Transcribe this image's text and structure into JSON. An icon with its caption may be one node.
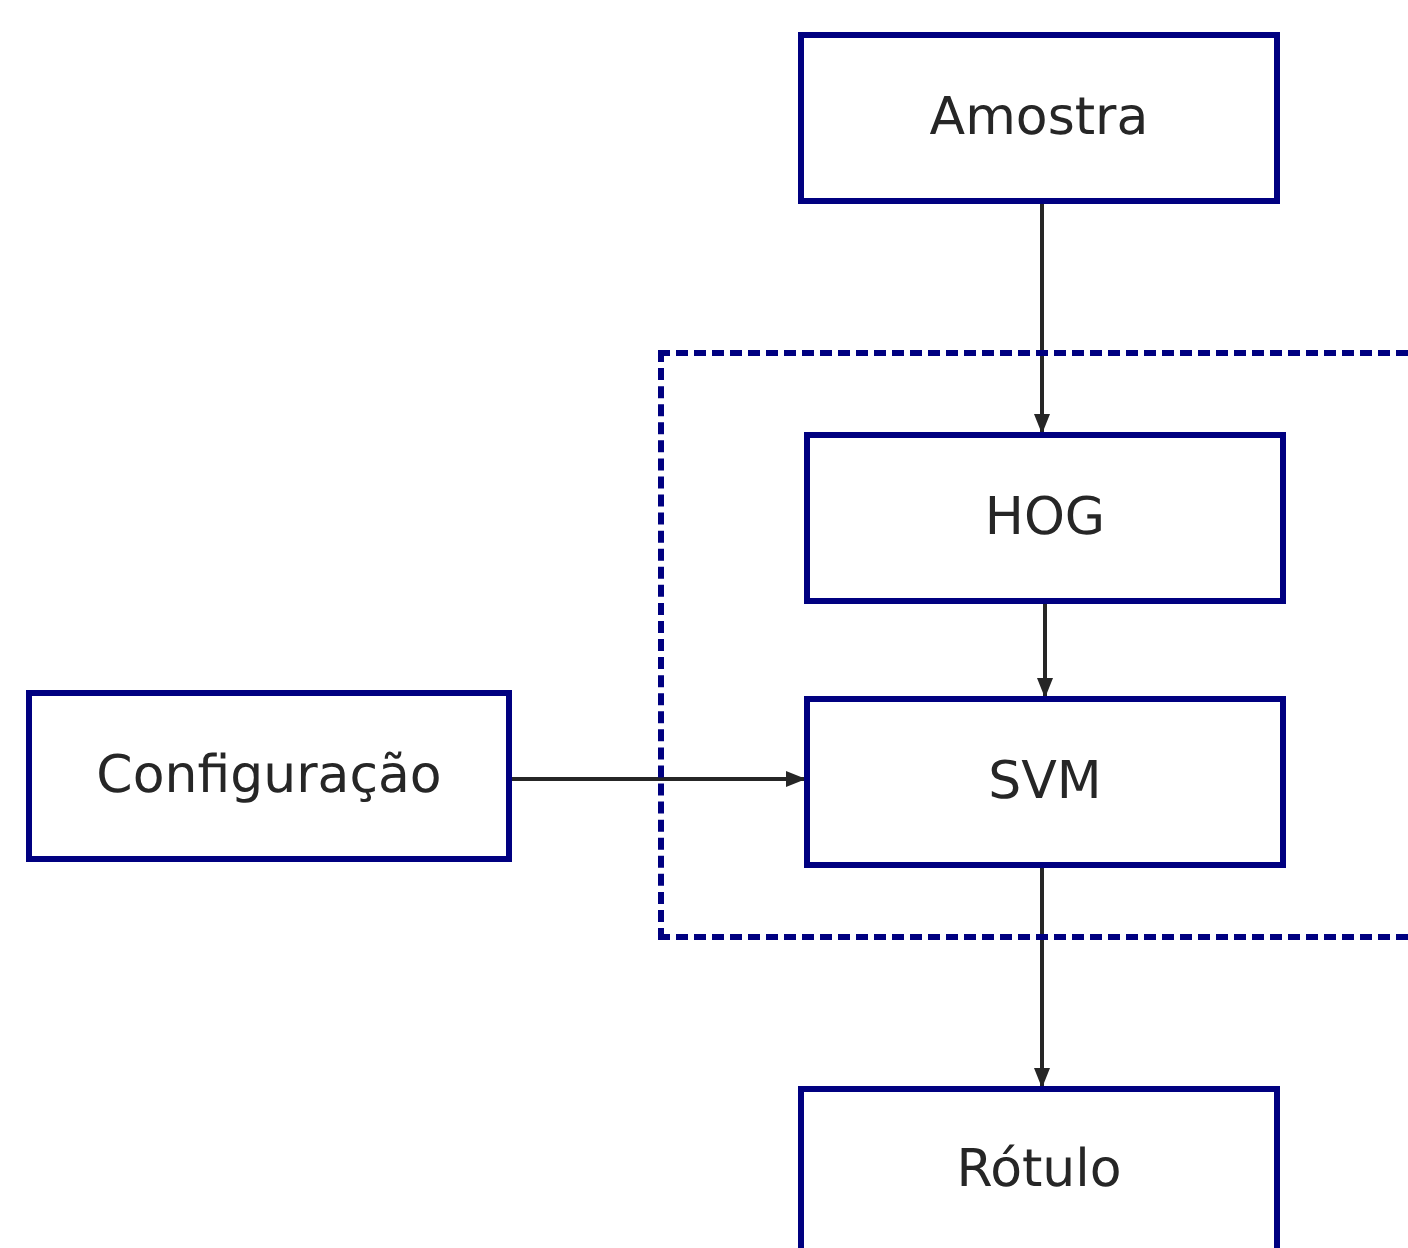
{
  "diagram": {
    "nodes": [
      {
        "text": [
          "Amostra"
        ]
      },
      {
        "text": [],
        "shape": "box"
      },
      {
        "text": [
          "HOG"
        ],
        "in": 1
      },
      {
        "text": [
          "SVM"
        ],
        "in": 1
      },
      {
        "text": [
          "Configuração"
        ]
      },
      {
        "text": [
          "Rótulo"
        ]
      }
    ],
    "edges": [
      {
        "from": 0,
        "to": 2,
        "arrow": "to"
      },
      {
        "from": 2,
        "to": 3,
        "arrow": "to"
      },
      {
        "from": 4,
        "to": 3,
        "arrow": "to"
      },
      {
        "from": 3,
        "to": 5,
        "arrow": "to"
      }
    ]
  }
}
